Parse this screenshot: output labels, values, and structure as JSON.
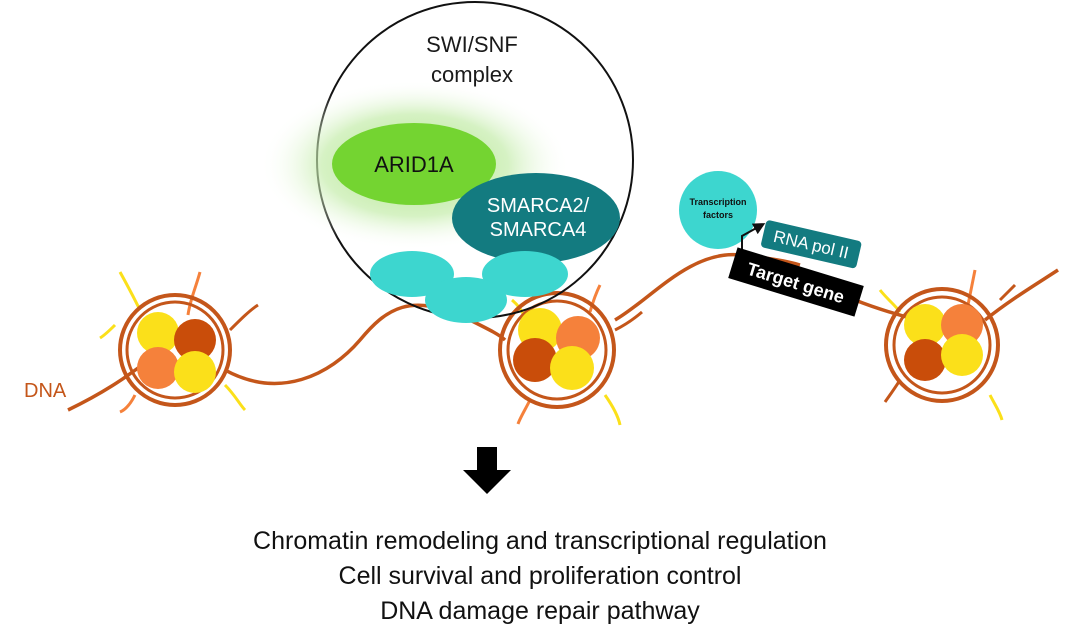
{
  "complex": {
    "title_line1": "SWI/SNF",
    "title_line2": "complex"
  },
  "proteins": {
    "arid1a": "ARID1A",
    "smarca_line1": "SMARCA2/",
    "smarca_line2": "SMARCA4"
  },
  "transcription_factors": {
    "line1": "Transcription",
    "line2": "factors"
  },
  "rna_pol": "RNA pol II",
  "target_gene": "Target gene",
  "dna_label": "DNA",
  "outcomes": [
    "Chromatin remodeling and transcriptional regulation",
    "Cell survival and proliferation control",
    "DNA damage repair pathway"
  ],
  "colors": {
    "dna": "#c4561a",
    "nucleosome_dark": "#c94d0a",
    "nucleosome_orange": "#f5813b",
    "nucleosome_yellow": "#fbe01a",
    "arid1a": "#74d431",
    "arid1a_glow": "#b9e896",
    "smarca": "#137b80",
    "cyan": "#3dd6cf",
    "target_gene": "#000000"
  }
}
